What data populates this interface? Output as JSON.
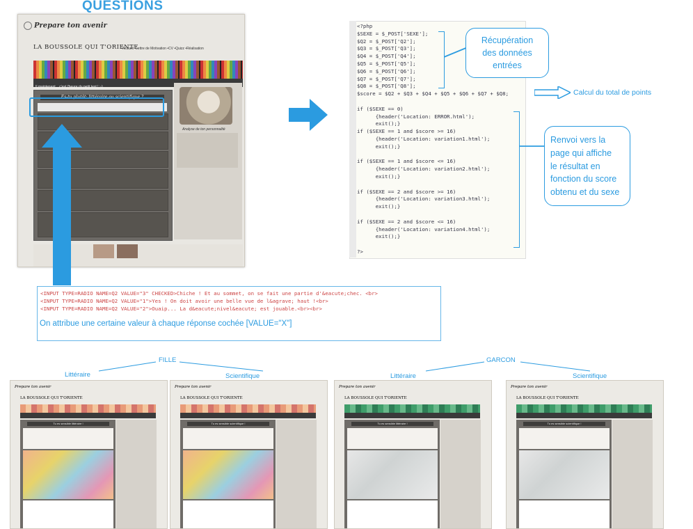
{
  "title": "QUESTIONS",
  "site": {
    "logo": "Prepare ton avenir",
    "name": "LA BOUSSOLE QUI T'ORIENTE",
    "menu": "•Accueil  •Lettre de Motivation  •CV  •Quizz  •Réalisation",
    "bar_text": "Il maintenant... c'est l'heure du petit test ! :-)",
    "panel_title": "Es-tu plutôt: littéraire ou scientifique ?",
    "side_title": "Analyse de ton personnalité"
  },
  "code": {
    "lines": [
      "<?php",
      "$SEXE = $_POST['SEXE'];",
      "$Q2 = $_POST['Q2'];",
      "$Q3 = $_POST['Q3'];",
      "$Q4 = $_POST['Q4'];",
      "$Q5 = $_POST['Q5'];",
      "$Q6 = $_POST['Q6'];",
      "$Q7 = $_POST['Q7'];",
      "$Q8 = $_POST['Q8'];",
      "$score = $Q2 + $Q3 + $Q4 + $Q5 + $Q6 + $Q7 + $Q8;",
      "",
      "if ($SEXE == 0)",
      "      {header('Location: ERROR.html');",
      "      exit();}",
      "if ($SEXE == 1 and $score >= 16)",
      "      {header('Location: variation1.html');",
      "      exit();}",
      "",
      "if ($SEXE == 1 and $score <= 16)",
      "      {header('Location: variation2.html');",
      "      exit();}",
      "",
      "if ($SEXE == 2 and $score >= 16)",
      "      {header('Location: variation3.html');",
      "      exit();}",
      "",
      "if ($SEXE == 2 and $score <= 16)",
      "      {header('Location: variation4.html');",
      "      exit();}",
      "",
      "?>"
    ]
  },
  "callouts": {
    "recup": [
      "Récupération",
      "des données",
      "entrées"
    ],
    "total": "Calcul du total de points",
    "renvoi": [
      "Renvoi vers la",
      "page qui affiche",
      "le résultat en",
      "fonction du score",
      "obtenu et du sexe"
    ]
  },
  "html_code": {
    "line1": "<INPUT TYPE=RADIO NAME=Q2 VALUE=\"3\" CHECKED>Chiche ! Et au sommet, on se fait une partie d'&eacute;chec. <br>",
    "line2": "<INPUT TYPE=RADIO NAME=Q2 VALUE=\"1\">Yes ! On doit avoir une belle vue de l&agrave; haut !<br>",
    "line3": "<INPUT TYPE=RADIO NAME=Q2 VALUE=\"2\">Ouaip... La d&eacute;nivel&eacute; est jouable.<br><br>",
    "note": "On attribue une certaine valeur à chaque réponse cochée [VALUE=\"X\"]"
  },
  "groups": {
    "fille": "FILLE",
    "garcon": "GARCON",
    "litteraire": "Littéraire",
    "scientifique": "Scientifique"
  },
  "variations": [
    {
      "panel": "Tu es sensible littéraire !",
      "theme": "#e98f6a"
    },
    {
      "panel": "Tu es sensible scientifique !",
      "theme": "#e98f6a"
    },
    {
      "panel": "Tu es sensible littéraire !",
      "theme": "#3f9d6a"
    },
    {
      "panel": "Tu es sensible scientifique !",
      "theme": "#3f9d6a"
    }
  ]
}
